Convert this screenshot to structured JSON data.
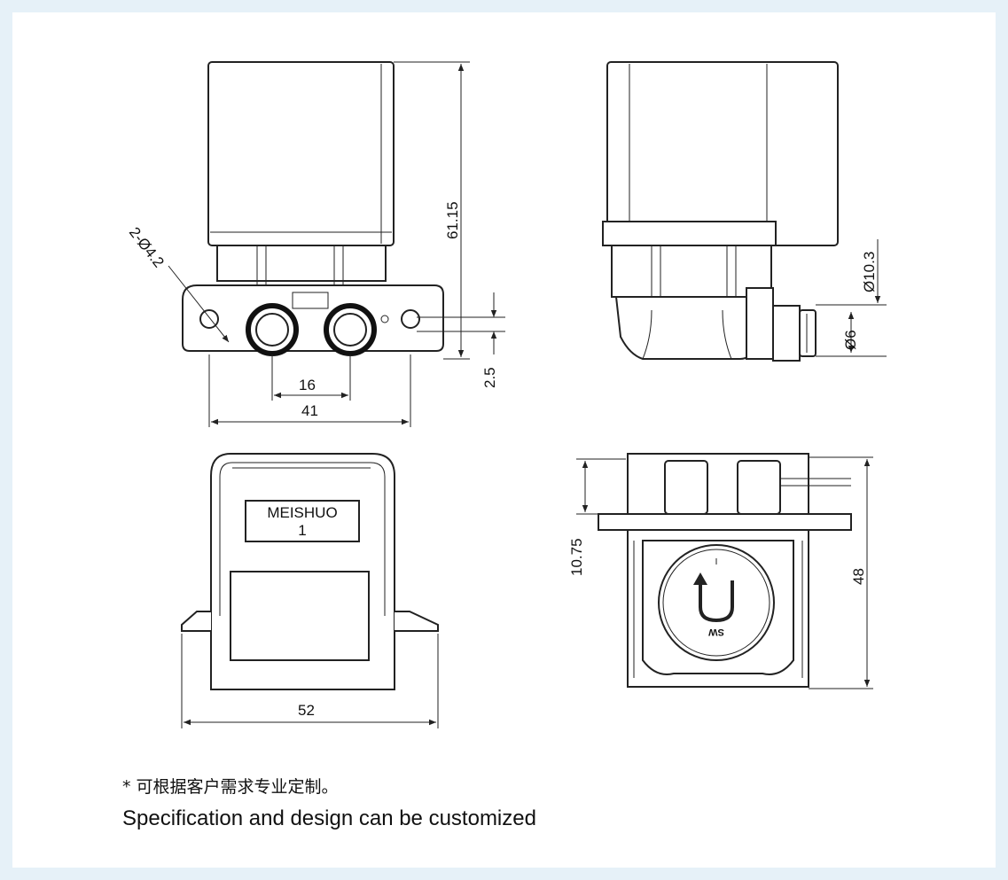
{
  "figure": {
    "views": {
      "front": {
        "dims": {
          "hole_spec": "2-Ø4.2",
          "height": "61.15",
          "offset": "2.5",
          "port_spacing": "16",
          "width": "41"
        }
      },
      "side": {
        "dims": {
          "outer_dia": "Ø10.3",
          "inner_dia": "Ø6"
        }
      },
      "back": {
        "label_line1": "MEISHUO",
        "label_line2": "1",
        "dims": {
          "width": "52"
        }
      },
      "top": {
        "rotor_mark": "SW",
        "dims": {
          "depth": "10.75",
          "height": "48"
        }
      }
    }
  },
  "notes": {
    "chinese": "* 可根据客户需求专业定制。",
    "english": "Specification and design can be customized"
  },
  "colors": {
    "background": "#e6f1f8",
    "card": "#ffffff",
    "line": "#222222"
  }
}
